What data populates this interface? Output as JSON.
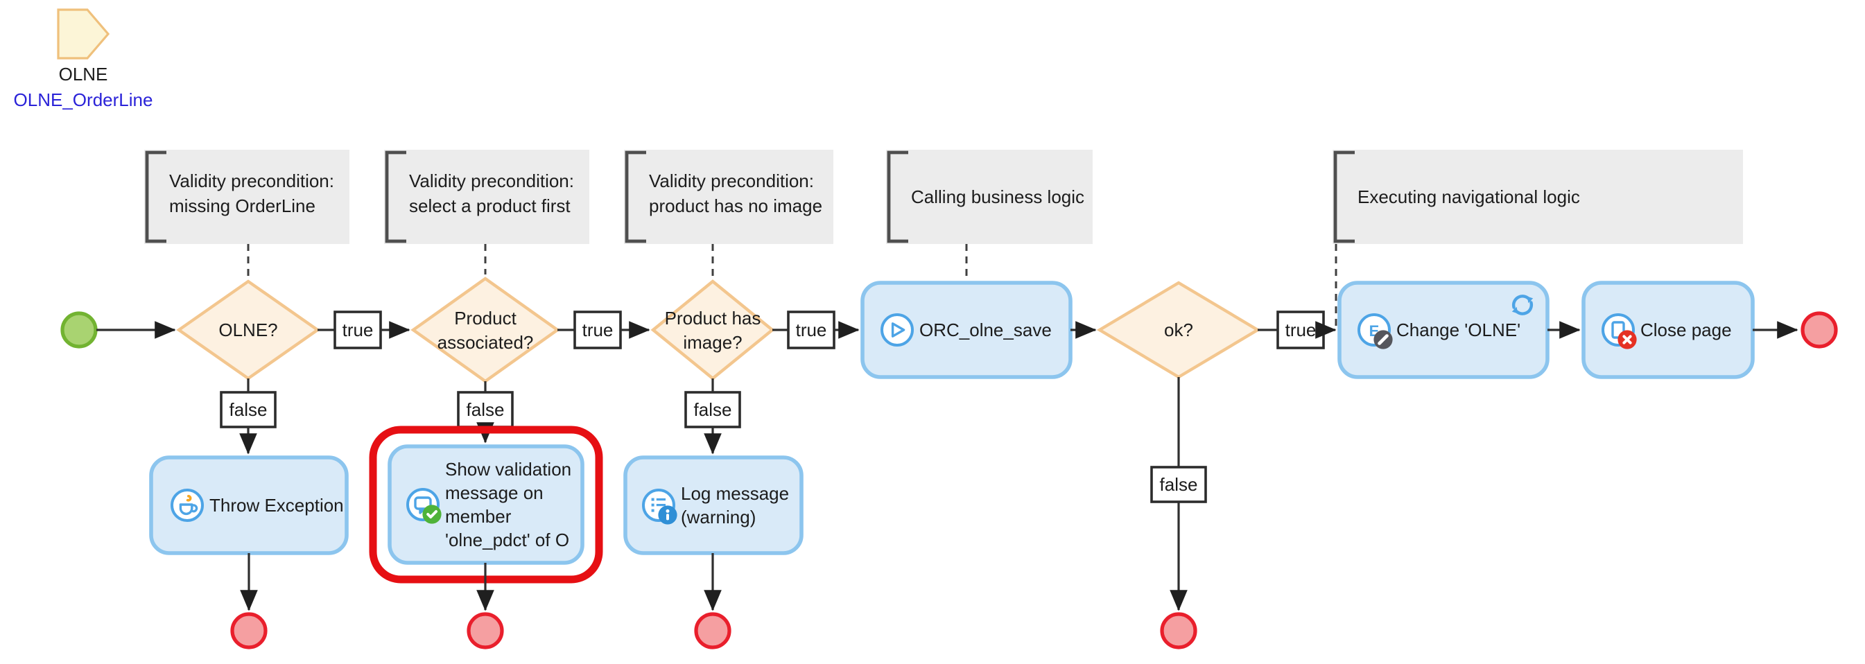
{
  "colors": {
    "activity_fill": "#d9eaf8",
    "activity_border": "#8cc5ee",
    "decision_fill": "#fdf1e1",
    "decision_border": "#f3c68e",
    "annotation_fill": "#ececec",
    "annotation_bracket": "#4f4f4f",
    "start_fill": "#a9d371",
    "start_border": "#72b331",
    "end_fill": "#f59fa1",
    "end_border": "#e91f2c",
    "flow_line": "#2f2f2f",
    "highlight": "#e60f13",
    "icon_blue": "#4da4e6",
    "param_fill": "#fcf5d7",
    "param_border": "#efc07c",
    "entity_link_blue": "#2a22d8",
    "badge_gray": "#55565c",
    "badge_red": "#e53124",
    "badge_green": "#4fb339",
    "badge_blue": "#2f8fd6",
    "steam_orange": "#f5a623"
  },
  "parameter": {
    "name": "OLNE",
    "entity": "OLNE_OrderLine"
  },
  "annotations": [
    {
      "line1": "Validity precondition:",
      "line2": "missing OrderLine"
    },
    {
      "line1": "Validity precondition:",
      "line2": "select a product first"
    },
    {
      "line1": "Validity precondition:",
      "line2": "product has no image"
    },
    {
      "line1": "Calling business logic"
    },
    {
      "line1": "Executing navigational logic"
    }
  ],
  "decisions": [
    {
      "line1": "OLNE?"
    },
    {
      "line1": "Product",
      "line2": "associated?"
    },
    {
      "line1": "Product has",
      "line2": "image?"
    },
    {
      "line1": "ok?"
    }
  ],
  "activities": {
    "orc_olne_save": {
      "label": "ORC_olne_save"
    },
    "change_olne": {
      "label": "Change 'OLNE'"
    },
    "close_page": {
      "label": "Close page"
    },
    "throw_exception": {
      "label": "Throw Exception"
    },
    "show_validation": {
      "line1": "Show validation",
      "line2": "message on",
      "line3": "member",
      "line4": "'olne_pdct' of O"
    },
    "log_message": {
      "line1": "Log message",
      "line2": "(warning)"
    }
  },
  "edge_labels": {
    "true": "true",
    "false": "false"
  },
  "icons": {
    "parameter": "parameter-pentagon-icon",
    "orc_olne_save": "microflow-call-icon",
    "change_olne": "change-object-icon",
    "change_olne_letter": "E",
    "change_olne_badge": "edit-pencil-badge-icon",
    "change_olne_corner": "refresh-icon",
    "close_page": "close-page-icon",
    "close_page_badge": "close-x-badge-icon",
    "throw_exception": "coffee-cup-icon",
    "show_validation": "validation-message-icon",
    "show_validation_badge": "check-badge-icon",
    "log_message": "log-list-icon",
    "log_message_badge": "info-badge-icon"
  }
}
